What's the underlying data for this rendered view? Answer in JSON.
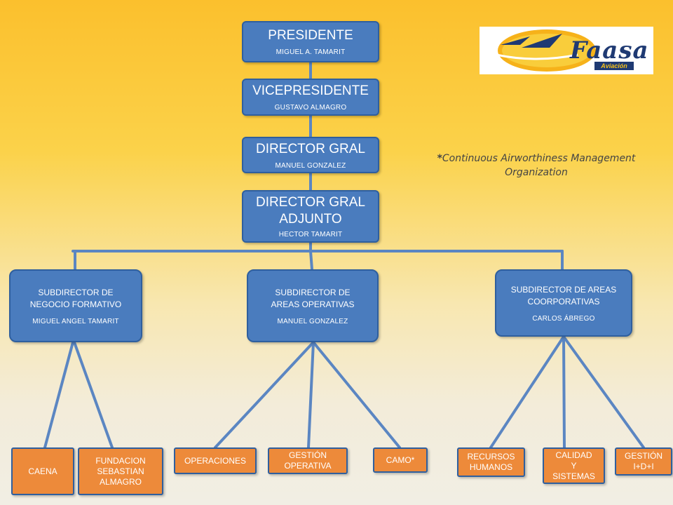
{
  "top": {
    "presidente": {
      "title": "PRESIDENTE",
      "name": "MIGUEL  A. TAMARIT"
    },
    "vicepresidente": {
      "title": "VICEPRESIDENTE",
      "name": "GUSTAVO ALMAGRO"
    },
    "director": {
      "title": "DIRECTOR GRAL",
      "name": "MANUEL GONZALEZ"
    },
    "adjunto": {
      "title": "DIRECTOR GRAL ADJUNTO",
      "name": "HECTOR TAMARIT"
    }
  },
  "subdirectors": [
    {
      "title": "SUBDIRECTOR DE NEGOCIO FORMATIVO",
      "name": "MIGUEL  ANGEL TAMARIT"
    },
    {
      "title": "SUBDIRECTOR DE AREAS OPERATIVAS",
      "name": "MANUEL GONZALEZ"
    },
    {
      "title": "SUBDIRECTOR DE AREAS COORPORATIVAS",
      "name": "CARLOS ÁBREGO"
    }
  ],
  "leaves": [
    "CAENA",
    "FUNDACION SEBASTIAN ALMAGRO",
    "OPERACIONES",
    "GESTIÓN OPERATIVA",
    "CAMO*",
    "RECURSOS HUMANOS",
    "CALIDAD Y SISTEMAS",
    "GESTIÓN I+D+I"
  ],
  "logo": {
    "brand": "Faasa",
    "sub": "Aviación"
  },
  "note": {
    "star": "*",
    "text": "Continuous Airworthiness Management Organization"
  },
  "colors": {
    "box_blue": "#4a7cbe",
    "leaf_orange": "#ed8a3a",
    "line_blue": "#4a7cbe"
  }
}
